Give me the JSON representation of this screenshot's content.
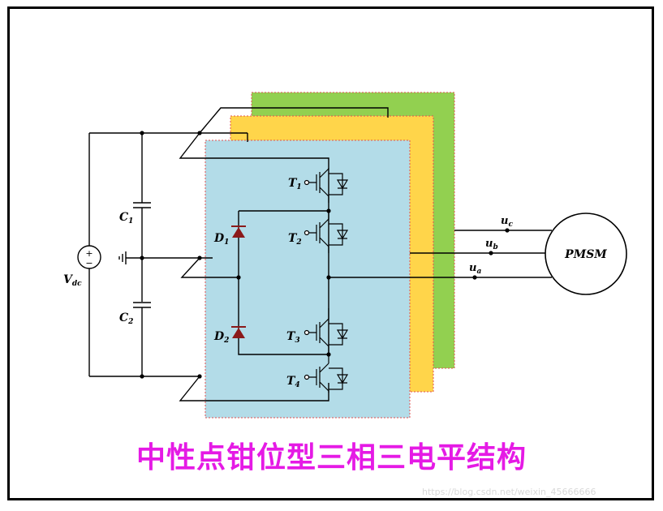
{
  "labels": {
    "vdc": "V",
    "vdc_sub": "dc",
    "c1": "C",
    "c1_sub": "1",
    "c2": "C",
    "c2_sub": "2",
    "d1": "D",
    "d1_sub": "1",
    "d2": "D",
    "d2_sub": "2",
    "t1": "T",
    "t1_sub": "1",
    "t2": "T",
    "t2_sub": "2",
    "t3": "T",
    "t3_sub": "3",
    "t4": "T",
    "t4_sub": "4",
    "uc": "u",
    "uc_sub": "c",
    "ub": "u",
    "ub_sub": "b",
    "ua": "u",
    "ua_sub": "a",
    "motor": "PMSM"
  },
  "caption": "中性点钳位型三相三电平结构",
  "watermark": "https://blog.csdn.net/weixin_45666666",
  "colors": {
    "phase_a_panel": "#b3dce8",
    "phase_b_panel": "#ffd54a",
    "phase_c_panel": "#92d050",
    "caption": "#e51ae5",
    "diode": "#8b1a1a"
  }
}
